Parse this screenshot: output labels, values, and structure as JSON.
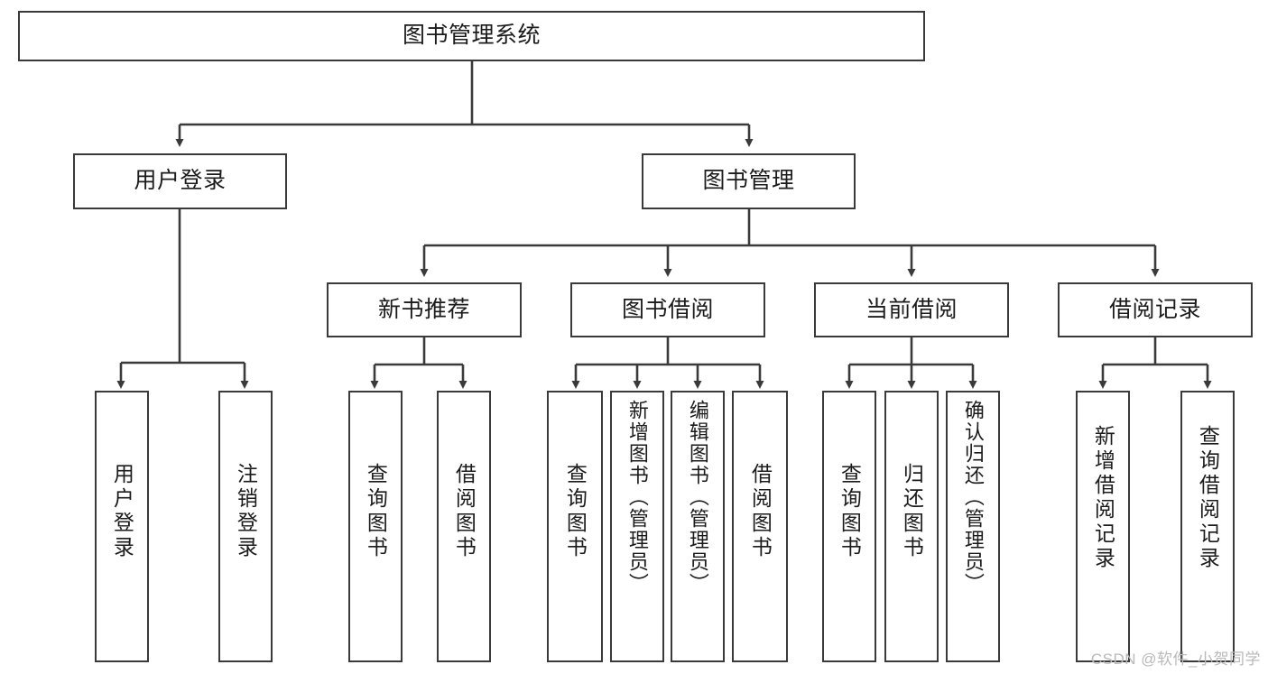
{
  "diagram": {
    "title": "图书管理系统",
    "type": "功能结构图",
    "line_color": "#3a3a3a",
    "box_fill": "#ffffff",
    "text_color": "#1b1b1b"
  },
  "root": {
    "label": "图书管理系统"
  },
  "level2": [
    {
      "label": "用户登录"
    },
    {
      "label": "图书管理"
    }
  ],
  "level3": [
    {
      "label": "新书推荐"
    },
    {
      "label": "图书借阅"
    },
    {
      "label": "当前借阅"
    },
    {
      "label": "借阅记录"
    }
  ],
  "leaves": {
    "user_login": [
      {
        "label": "用户登录"
      },
      {
        "label": "注销登录"
      }
    ],
    "new_book": [
      {
        "label": "查询图书"
      },
      {
        "label": "借阅图书"
      }
    ],
    "book_borrow": [
      {
        "label": "查询图书"
      },
      {
        "label": "新增图书（管理员）"
      },
      {
        "label": "编辑图书（管理员）"
      },
      {
        "label": "借阅图书"
      }
    ],
    "current_borrow": [
      {
        "label": "查询图书"
      },
      {
        "label": "归还图书"
      },
      {
        "label": "确认归还（管理员）"
      }
    ],
    "borrow_record": [
      {
        "label": "新增借阅记录"
      },
      {
        "label": "查询借阅记录"
      }
    ]
  },
  "watermark": {
    "text": "CSDN @软件_小贺同学",
    "color": "#b9b9b9"
  }
}
